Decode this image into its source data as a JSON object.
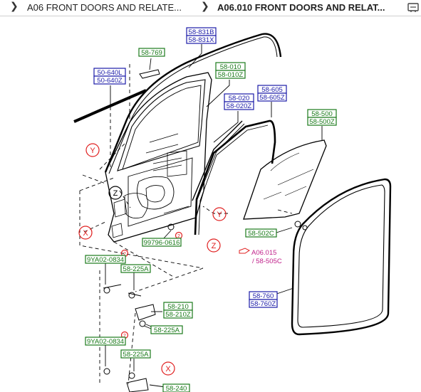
{
  "breadcrumb": {
    "crumb1": "A06 FRONT DOORS AND RELATE...",
    "crumb2": "A06.010 FRONT DOORS AND RELAT...",
    "chevron": "❯"
  },
  "icons": {
    "tool": "screen-tool-icon"
  },
  "colors": {
    "green_box": "#1a7a1a",
    "blue_box": "#1a1aa8",
    "red_mark": "#e02020",
    "ref_text": "#c0208a"
  },
  "diagram": {
    "labels": {
      "p58_831": [
        "58-831B",
        "58-831X"
      ],
      "p58_769": [
        "58-769"
      ],
      "p50_640": [
        "50-640L",
        "50-640Z"
      ],
      "p58_010": [
        "58-010",
        "58-010Z"
      ],
      "p58_020": [
        "58-020",
        "58-020Z"
      ],
      "p58_605": [
        "58-605",
        "58-605Z"
      ],
      "p58_500": [
        "58-500",
        "58-500Z"
      ],
      "p58_502": [
        "58-502C"
      ],
      "p99796": [
        "99796-0616"
      ],
      "p9ya02_a": [
        "9YA02-0834"
      ],
      "p58_225a_1": [
        "58-225A"
      ],
      "p58_210": [
        "58-210",
        "58-210Z"
      ],
      "p58_225a_2": [
        "58-225A"
      ],
      "p9ya02_b": [
        "9YA02-0834"
      ],
      "p58_225a_3": [
        "58-225A"
      ],
      "p58_760": [
        "58-760",
        "58-760Z"
      ],
      "p58_240": [
        "58-240"
      ]
    },
    "ref": {
      "line1": "A06.015",
      "line2": "/ 58-505C"
    },
    "markers": {
      "x": "X",
      "y": "Y",
      "z": "Z",
      "two": "2"
    }
  }
}
